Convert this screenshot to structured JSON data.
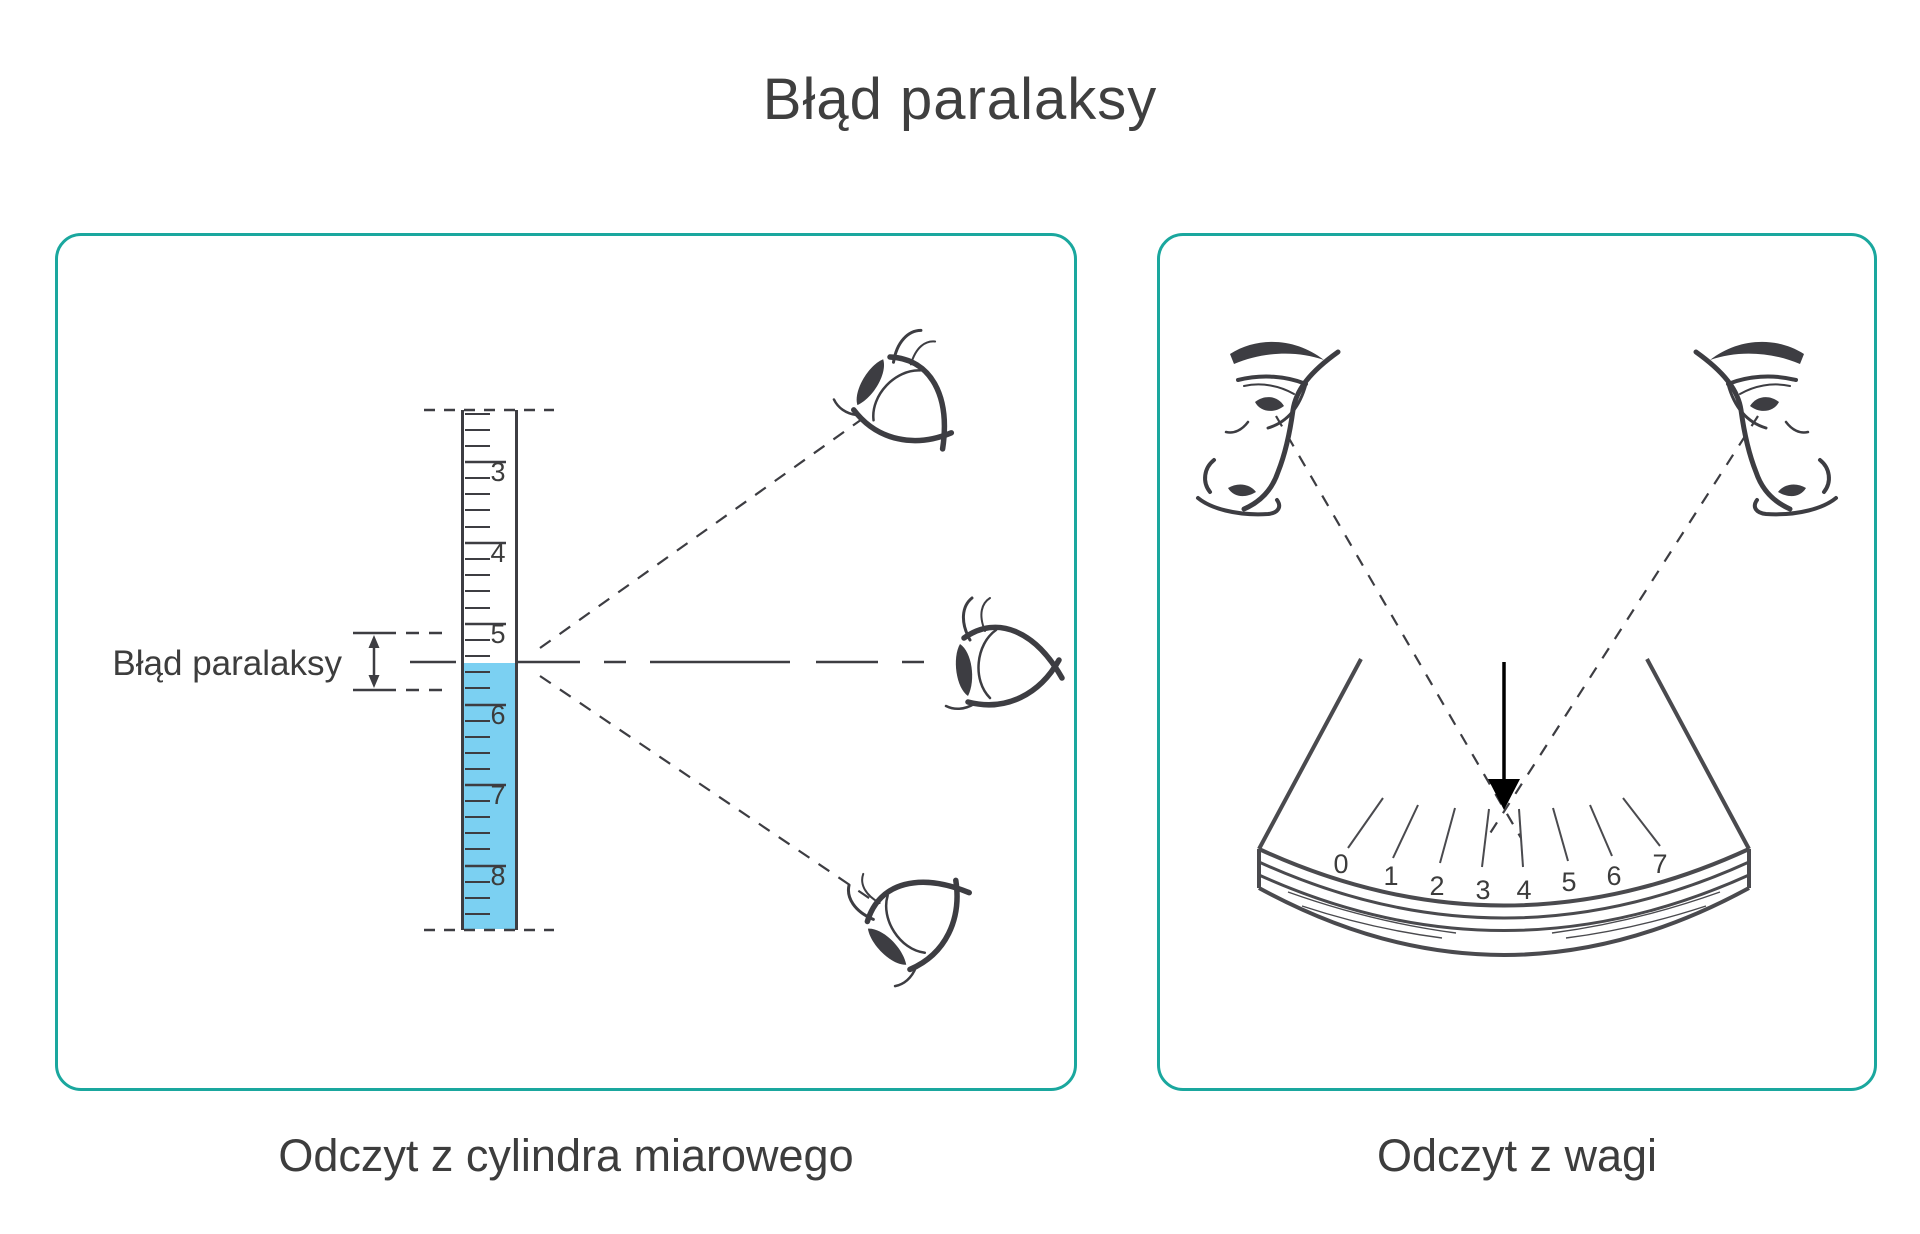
{
  "title": "Błąd paralaksy",
  "left_panel": {
    "caption": "Odczyt z cylindra miarowego",
    "annotation_label": "Błąd paralaksy",
    "cylinder": {
      "scale_labels": [
        "3",
        "4",
        "5",
        "6",
        "7",
        "8"
      ],
      "liquid_color": "#7bd0f2"
    },
    "eyes_count": 3
  },
  "right_panel": {
    "caption": "Odczyt z wagi",
    "dial": {
      "scale_labels": [
        "0",
        "1",
        "2",
        "3",
        "4",
        "5",
        "6",
        "7"
      ],
      "pointer_position": "between 3 and 4"
    },
    "faces_count": 2
  },
  "colors": {
    "panel_border": "#1aa79e",
    "line_art": "#3d3d42",
    "liquid": "#7bd0f2",
    "text": "#3c3c3c"
  }
}
